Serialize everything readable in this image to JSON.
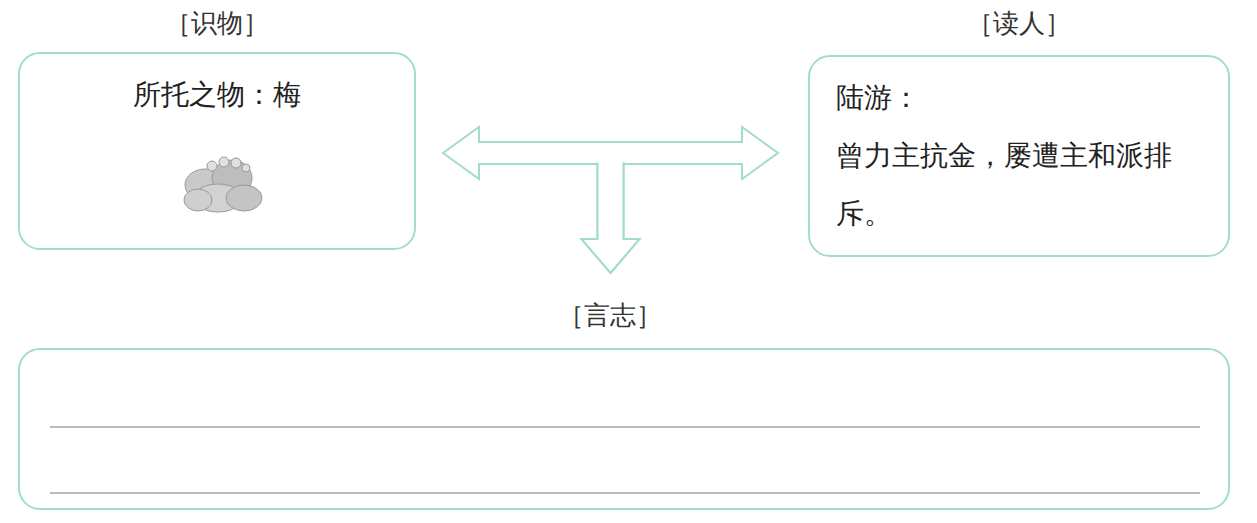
{
  "diagram": {
    "nodes": [
      {
        "text": [
          "［识物］",
          "所托之物：梅"
        ]
      },
      {
        "text": [
          "［读人］",
          "陆游：",
          "曾力主抗金，屡遭主和派排斥。"
        ]
      },
      {
        "text": [
          "［言志］"
        ]
      }
    ],
    "edges": [
      {
        "from": 0,
        "to": 1,
        "arrow": "both"
      },
      {
        "from": 0,
        "to": 2,
        "arrow": "to"
      },
      {
        "from": 1,
        "to": 2,
        "arrow": "to"
      }
    ]
  }
}
